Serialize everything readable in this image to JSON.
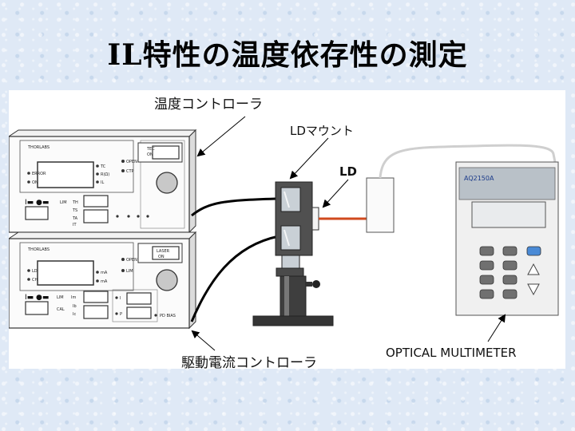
{
  "title": "IL特性の温度依存性の測定",
  "labels": {
    "temp_controller": "温度コントローラ",
    "ld_mount": "LDマウント",
    "ld": "LD",
    "drive_current_controller": "駆動電流コントローラ",
    "optical_multimeter": "OPTICAL MULTIMETER"
  },
  "temp_unit": {
    "brand": "THORLABS",
    "tec_on": [
      "TEC",
      "ON"
    ],
    "open": "OPEN",
    "ctp": "CTP",
    "ind_left": [
      "ERROR",
      "ON"
    ],
    "ind_right": [
      "TC",
      "R(Ω)",
      "IL"
    ],
    "bottom_row": [
      "LIM",
      "TH",
      "TS",
      "TA",
      "IT"
    ]
  },
  "laser_unit": {
    "brand": "THORLABS",
    "laser_on": [
      "LASER",
      "ON"
    ],
    "open": "OPEN",
    "lim": "LIM",
    "ind_left": [
      "LD",
      "CH"
    ],
    "ind_right": [
      "mA",
      "mA"
    ],
    "bottom_row": [
      "LIM",
      "Im",
      "CAL",
      "Ib",
      "Ic",
      "I",
      "P",
      "PD BIAS"
    ]
  },
  "multimeter": {
    "model": "AQ2150A"
  }
}
